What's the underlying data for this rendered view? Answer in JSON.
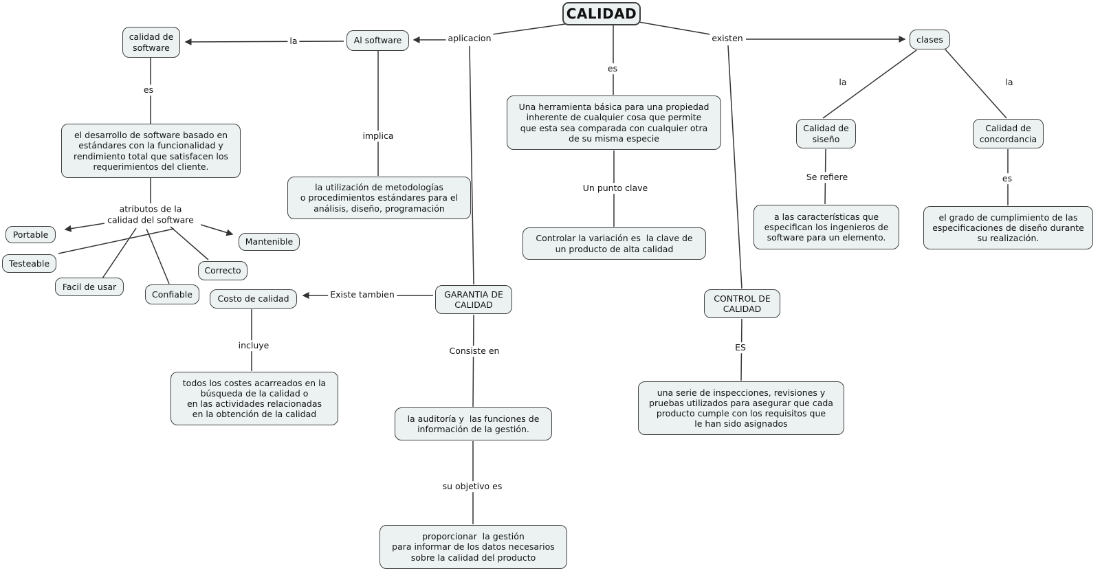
{
  "diagram": {
    "type": "concept-map",
    "title": "CALIDAD",
    "nodes": {
      "calidad_de_software": "calidad de\nsoftware",
      "al_software": "Al software",
      "desarrollo": "el desarrollo de software basado en\nestándares con la funcionalidad y\nrendimiento total que satisfacen los\nrequerimientos del cliente.",
      "portable": "Portable",
      "testeable": "Testeable",
      "facil_de_usar": "Facil de usar",
      "confiable": "Confiable",
      "correcto": "Correcto",
      "mantenible": "Mantenible",
      "metodologias": "la utilización de metodologías\no procedimientos estándares para el\nanálisis, diseño, programación",
      "herramienta": "Una herramienta básica para una propiedad\ninherente de cualquier cosa que permite\nque esta sea comparada con cualquier otra\nde su misma especie",
      "controlar": "Controlar la variación es  la clave de\nun producto de alta calidad",
      "clases": "clases",
      "calidad_de_siseno": "Calidad de\nsiseño",
      "calidad_de_concordancia": "Calidad de\nconcordancia",
      "caracteristicas": "a las características que\nespecifican los ingenieros de\nsoftware para un elemento.",
      "grado": "el grado de cumplimiento de las\nespecificaciones de diseño durante\nsu realización.",
      "garantia_de_calidad": "GARANTIA DE\nCALIDAD",
      "costo_de_calidad": "Costo de calidad",
      "costes": "todos los costes acarreados en la\nbúsqueda de la calidad o\nen las actividades relacionadas\nen la obtención de la calidad",
      "auditoria": "la auditoría y  las funciones de\ninformación de la gestión.",
      "proporcionar": "proporcionar  la gestión\npara informar de los datos necesarios\nsobre la calidad del producto",
      "control_de_calidad": "CONTROL DE\nCALIDAD",
      "serie_inspecciones": "una serie de inspecciones, revisiones y\npruebas utilizados para asegurar que cada\nproducto cumple con los requisitos que\nle han sido asignados"
    },
    "labels": {
      "la_software": "la",
      "aplicacion": "aplicacion",
      "es_left": "es",
      "atributos": "atributos de la\ncalidad del software",
      "implica": "implica",
      "es_center": "es",
      "un_punto_clave": "Un punto clave",
      "existen": "existen",
      "la_siseno": "la",
      "la_concordancia": "la",
      "se_refiere": "Se refiere",
      "es_right": "es",
      "existe_tambien": "Existe tambien",
      "incluye": "incluye",
      "consiste_en": "Consiste en",
      "es_control": "ES",
      "su_objetivo_es": "su objetivo es"
    }
  },
  "colors": {
    "node_fill": "#ecf2f2",
    "node_border": "#3f3f3f",
    "line": "#333333",
    "text": "#111111",
    "background": "#ffffff"
  }
}
